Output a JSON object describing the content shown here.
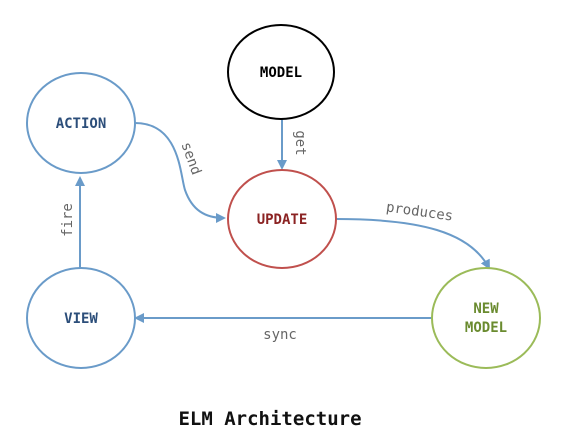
{
  "diagram": {
    "caption": "ELM Architecture",
    "nodes": {
      "model": {
        "label": "MODEL",
        "stroke": "#000000",
        "text_color": "#000000"
      },
      "action": {
        "label": "ACTION",
        "stroke": "#6a9bc9",
        "text_color": "#2c4e7a"
      },
      "update": {
        "label": "UPDATE",
        "stroke": "#c0504d",
        "text_color": "#8b2323"
      },
      "view": {
        "label": "VIEW",
        "stroke": "#6a9bc9",
        "text_color": "#2c4e7a"
      },
      "new_model": {
        "label_line1": "NEW",
        "label_line2": "MODEL",
        "stroke": "#9bbb59",
        "text_color": "#6a8b2f"
      }
    },
    "edges": {
      "get": "get",
      "send": "send",
      "produces": "produces",
      "fire": "fire",
      "sync": "sync"
    },
    "edge_color": "#6a9bc9"
  }
}
